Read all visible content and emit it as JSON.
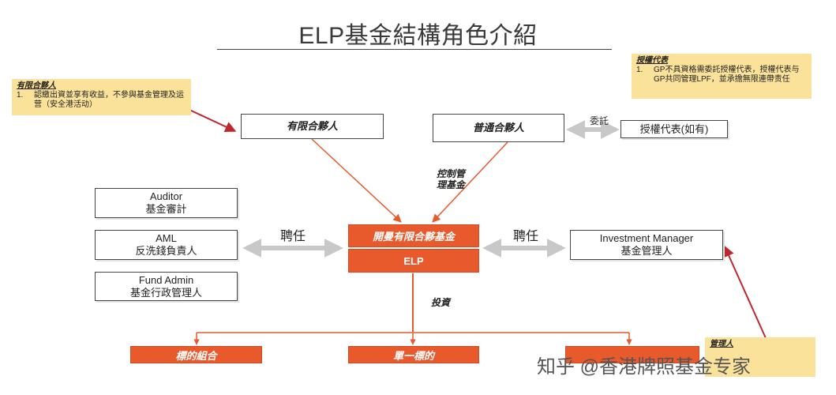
{
  "title": "ELP基金結構角色介紹",
  "notes": {
    "lp": {
      "heading": "有限合夥人",
      "items": [
        {
          "num": "1.",
          "text": "認繳出資並享有收益，不參與基金管理及运营（安全港活动）"
        }
      ]
    },
    "agent": {
      "heading": "授權代表",
      "items": [
        {
          "num": "1.",
          "text": "GP不具資格需委託授權代表，授權代表与GP共同管理LPF，並承擔無限連帶责任"
        }
      ]
    },
    "manager": {
      "heading": "管理人"
    }
  },
  "boxes": {
    "lp": "有限合夥人",
    "gp": "普通合夥人",
    "agent": "授權代表(如有)",
    "auditor": {
      "en": "Auditor",
      "zh": "基金審計"
    },
    "aml": {
      "en": "AML",
      "zh": "反洗錢負責人"
    },
    "fund_admin": {
      "en": "Fund Admin",
      "zh": "基金行政管理人"
    },
    "fund": {
      "name": "開曼有限合夥基金",
      "abbr": "ELP"
    },
    "investment_manager": {
      "en": "Investment Manager",
      "zh": "基金管理人"
    },
    "portfolio": "標的組合",
    "single": "單一標的"
  },
  "labels": {
    "entrust": "委託",
    "control_line1": "控制管",
    "control_line2": "理基金",
    "hire_left": "聘任",
    "hire_right": "聘任",
    "invest": "投資"
  },
  "watermark": "知乎 @香港牌照基金专家",
  "colors": {
    "orange": "#e8592c",
    "yellow_note": "#fbe29a",
    "red_arrow": "#c0262d",
    "grey_arrow": "#c8c8c8"
  }
}
